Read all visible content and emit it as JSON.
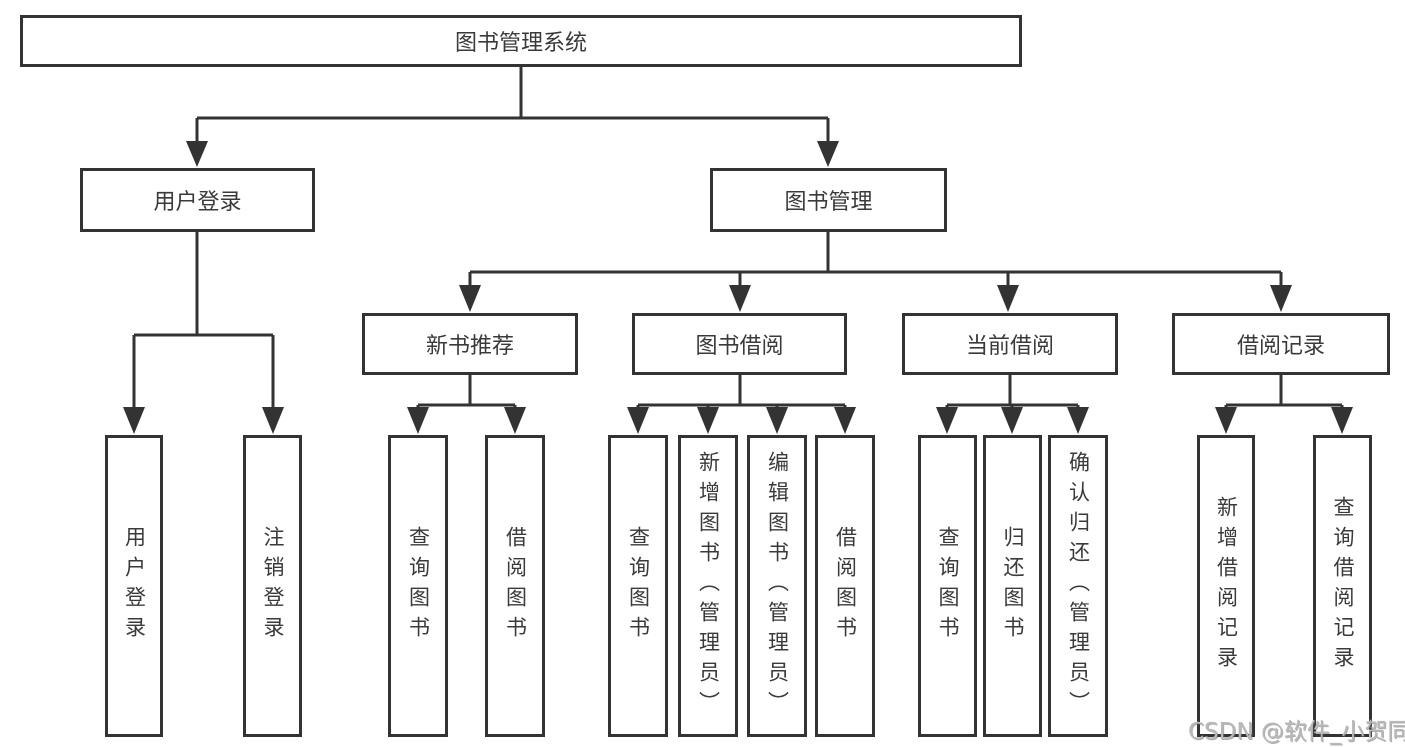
{
  "diagram": {
    "nodes": {
      "root": {
        "label": "图书管理系统"
      },
      "user_login": {
        "label": "用户登录"
      },
      "book_mgmt": {
        "label": "图书管理"
      },
      "new_books": {
        "label": "新书推荐"
      },
      "book_borrow": {
        "label": "图书借阅"
      },
      "current_borrow": {
        "label": "当前借阅"
      },
      "borrow_records": {
        "label": "借阅记录"
      },
      "user_login_children": [
        {
          "label": "用户登录"
        },
        {
          "label": "注销登录"
        }
      ],
      "new_books_children": [
        {
          "label": "查询图书"
        },
        {
          "label": "借阅图书"
        }
      ],
      "book_borrow_children": [
        {
          "label": "查询图书"
        },
        {
          "label": "新增图书（管理员）"
        },
        {
          "label": "编辑图书（管理员）"
        },
        {
          "label": "借阅图书"
        }
      ],
      "current_borrow_children": [
        {
          "label": "查询图书"
        },
        {
          "label": "归还图书"
        },
        {
          "label": "确认归还（管理员）"
        }
      ],
      "borrow_records_children": [
        {
          "label": "新增借阅记录"
        },
        {
          "label": "查询借阅记录"
        }
      ]
    },
    "watermark": "CSDN @软件_小贺同学",
    "colors": {
      "line": "#333333",
      "node_border": "#333333",
      "text": "#3a3a3a",
      "watermark": "#b9b9b9",
      "background": "#ffffff"
    }
  }
}
